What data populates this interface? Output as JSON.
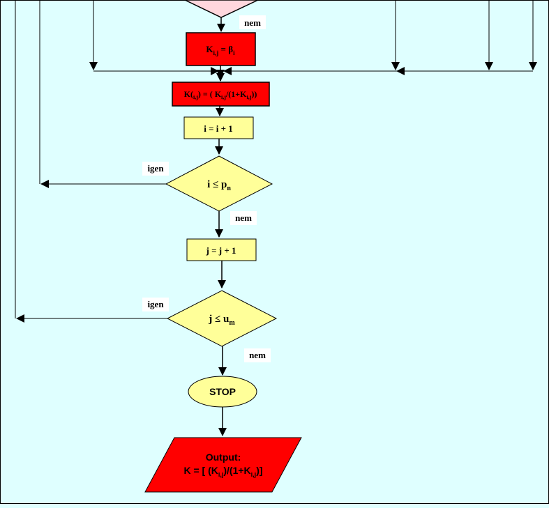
{
  "labels": {
    "nem": "nem",
    "igen": "igen"
  },
  "nodes": {
    "assign_beta": {
      "main": "K",
      "sub": "i,j",
      "rel": " = β",
      "sub2": "i"
    },
    "k_update": {
      "text_a": "K(",
      "sub_a": "i,j",
      "text_b": ") = ( K",
      "sub_b": "i,j",
      "text_c": "/(1+K",
      "sub_c": "i,j",
      "text_d": "))"
    },
    "i_increment": {
      "text": "i = i + 1"
    },
    "i_condition": {
      "text": "i ≤ p",
      "sub": "n"
    },
    "j_increment": {
      "text": "j = j + 1"
    },
    "j_condition": {
      "text": "j ≤ u",
      "sub": "m"
    },
    "stop": {
      "text": "STOP"
    },
    "output": {
      "line1": "Output:",
      "line2_a": "K = [ (K",
      "sub_a": "i,j",
      "line2_b": ")/(1+K",
      "sub_b": "i,j",
      "line2_c": ")]"
    }
  },
  "colors": {
    "background": "#dfffff",
    "red_box": "#ff0000",
    "yellow_box": "#ffff99",
    "pink_diamond": "#ffd7dd",
    "line": "#000000"
  }
}
